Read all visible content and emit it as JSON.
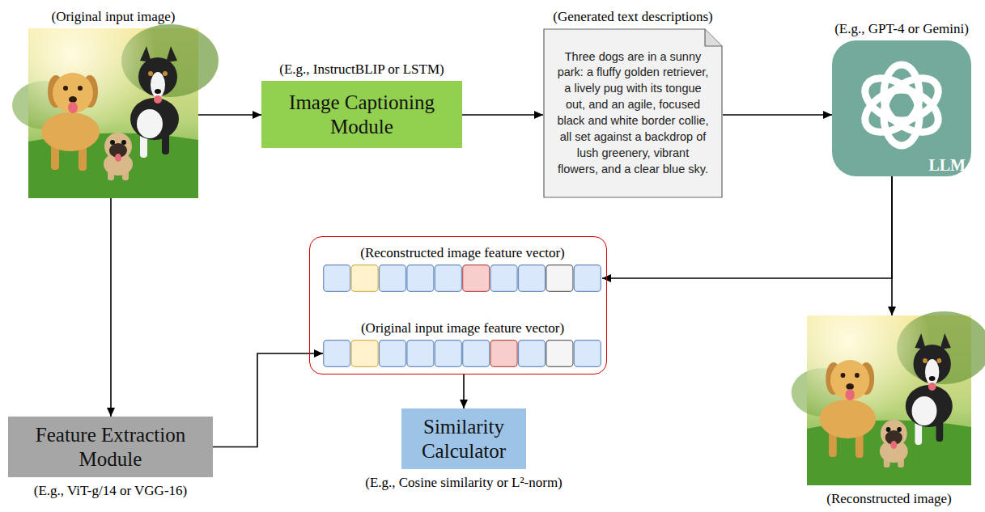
{
  "diagram": {
    "nodes": [
      {
        "text": [
          "(Original input image)"
        ]
      },
      {
        "text": [
          "(E.g., InstructBLIP or LSTM)",
          "Image Captioning Module"
        ]
      },
      {
        "text": [
          "(Generated text descriptions)",
          "Three dogs are in a sunny park: a fluffy golden retriever, a lively pug with its tongue out, and an agile, focused black and white border collie, all set against a backdrop of lush greenery, vibrant flowers, and a clear blue sky."
        ]
      },
      {
        "text": [
          "(E.g., GPT-4 or Gemini)",
          "LLM"
        ]
      },
      {
        "text": []
      },
      {
        "text": [
          "(Reconstructed image feature vector)"
        ],
        "in": 4
      },
      {
        "text": [
          "(Original input image feature vector)"
        ],
        "in": 4
      },
      {
        "text": [
          "(Reconstructed image)"
        ]
      },
      {
        "text": [
          "Feature Extraction Module",
          "(E.g., ViT-g/14 or VGG-16)"
        ]
      },
      {
        "text": [
          "Similarity Calculator",
          "(E.g., Cosine similarity or L²-norm)"
        ]
      }
    ],
    "edges": [
      {
        "from": 0,
        "to": 1,
        "arrow": "to"
      },
      {
        "from": 1,
        "to": 2,
        "arrow": "to"
      },
      {
        "from": 2,
        "to": 3,
        "arrow": "to"
      },
      {
        "from": 3,
        "to": 5,
        "arrow": "to"
      },
      {
        "from": 3,
        "to": 7,
        "arrow": "to"
      },
      {
        "from": 0,
        "to": 8,
        "arrow": "to"
      },
      {
        "from": 8,
        "to": 6,
        "arrow": "to"
      },
      {
        "from": 4,
        "to": 9,
        "arrow": "to"
      }
    ]
  }
}
